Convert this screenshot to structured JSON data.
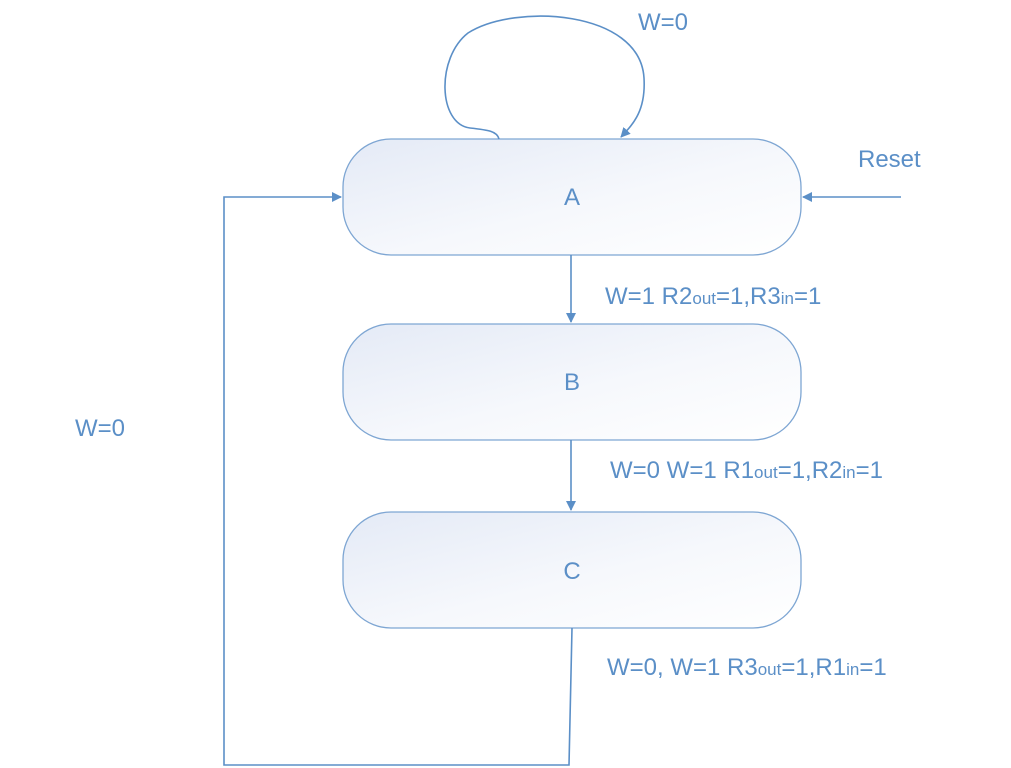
{
  "states": {
    "a": "A",
    "b": "B",
    "c": "C"
  },
  "transitions": {
    "a_self_loop": "W=0",
    "reset": "Reset",
    "c_to_a_loop": "W=0",
    "a_to_b": {
      "prefix": "W=1 R2",
      "sub1": "out",
      "mid": "=1,R3",
      "sub2": "in",
      "suffix": "=1"
    },
    "b_to_c": {
      "prefix": "W=0 W=1 R1",
      "sub1": "out",
      "mid": "=1,R2",
      "sub2": "in",
      "suffix": "=1"
    },
    "c_to_a": {
      "prefix": "W=0, W=1 R3",
      "sub1": "out",
      "mid": "=1,R1",
      "sub2": "in",
      "suffix": "=1"
    }
  },
  "colors": {
    "stroke": "#5b8fc7",
    "box_border": "#7ea6d3",
    "box_fill_top": "#e6ecf7",
    "box_fill_bottom": "#ffffff"
  }
}
